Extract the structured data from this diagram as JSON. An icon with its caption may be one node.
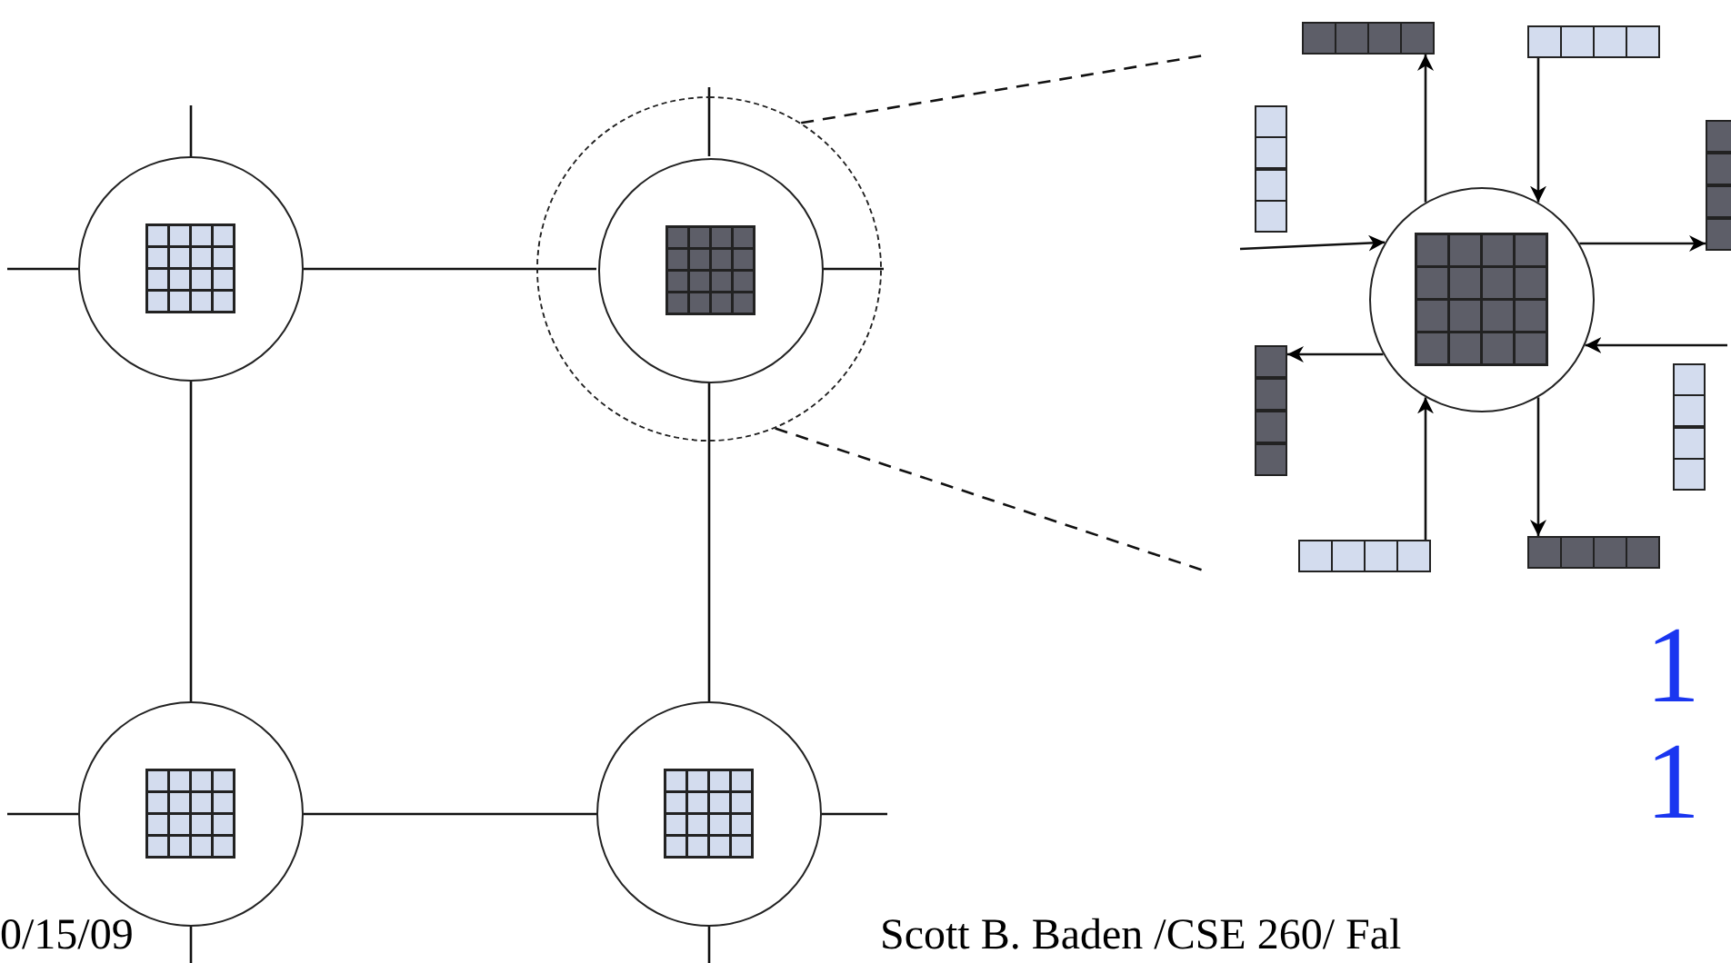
{
  "diagram": {
    "nodes": [
      {
        "text": [],
        "shape": "circle"
      },
      {
        "text": [],
        "shape": "circle"
      },
      {
        "text": [],
        "shape": "circle",
        "in": 1
      },
      {
        "text": [],
        "shape": "bar"
      },
      {
        "text": [],
        "shape": "bar"
      },
      {
        "text": [],
        "shape": "bar"
      },
      {
        "text": [],
        "shape": "bar"
      },
      {
        "text": [],
        "shape": "circle"
      },
      {
        "text": [],
        "shape": "bar"
      },
      {
        "text": [],
        "shape": "bar"
      },
      {
        "text": [],
        "shape": "bar"
      },
      {
        "text": [],
        "shape": "bar"
      },
      {
        "text": [],
        "shape": "circle"
      },
      {
        "text": [],
        "shape": "circle"
      }
    ],
    "edges": [
      {
        "from": 0,
        "to": 2,
        "arrow": "none"
      },
      {
        "from": 0,
        "to": 12,
        "arrow": "none"
      },
      {
        "from": 2,
        "to": 13,
        "arrow": "none"
      },
      {
        "from": 12,
        "to": 13,
        "arrow": "none"
      },
      {
        "from": 0,
        "to": null,
        "arrow": "none"
      },
      {
        "from": 0,
        "to": null,
        "arrow": "none"
      },
      {
        "from": 2,
        "to": null,
        "arrow": "none"
      },
      {
        "from": 2,
        "to": null,
        "arrow": "none"
      },
      {
        "from": 12,
        "to": null,
        "arrow": "none"
      },
      {
        "from": 12,
        "to": null,
        "arrow": "none"
      },
      {
        "from": 13,
        "to": null,
        "arrow": "none"
      },
      {
        "from": 13,
        "to": null,
        "arrow": "none"
      },
      {
        "from": 1,
        "to": null,
        "arrow": "none",
        "style": "dashed"
      },
      {
        "from": 1,
        "to": null,
        "arrow": "none",
        "style": "dashed"
      },
      {
        "from": 7,
        "to": 3,
        "arrow": "to"
      },
      {
        "from": 4,
        "to": 7,
        "arrow": "to"
      },
      {
        "from": null,
        "to": 7,
        "arrow": "to"
      },
      {
        "from": 7,
        "to": 6,
        "arrow": "to"
      },
      {
        "from": 7,
        "to": 8,
        "arrow": "to"
      },
      {
        "from": null,
        "to": 7,
        "arrow": "to"
      },
      {
        "from": 10,
        "to": 7,
        "arrow": "to"
      },
      {
        "from": 7,
        "to": 11,
        "arrow": "to"
      }
    ],
    "labels": [
      "1",
      "1",
      "0/15/09",
      "Scott B. Baden /CSE 260/ Fal"
    ]
  }
}
